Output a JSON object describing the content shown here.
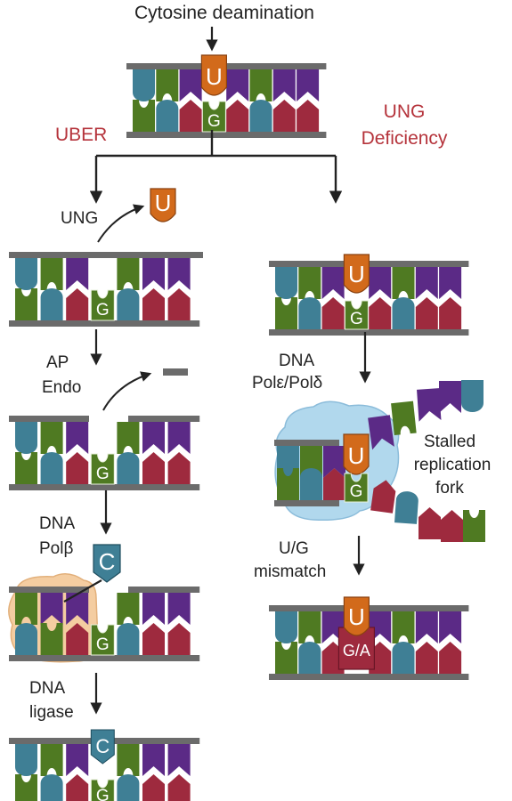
{
  "title": "Cytosine deamination",
  "pathways": {
    "left": "UBER",
    "right_line1": "UNG",
    "right_line2": "Deficiency"
  },
  "steps": {
    "ung": "UNG",
    "ap_line1": "AP",
    "ap_line2": "Endo",
    "polb_line1": "DNA",
    "polb_line2": "Polβ",
    "ligase_line1": "DNA",
    "ligase_line2": "ligase",
    "pole_line1": "DNA",
    "pole_line2": "Polε/Polδ",
    "mismatch_line1": "U/G",
    "mismatch_line2": "mismatch"
  },
  "fork": {
    "line1": "Stalled",
    "line2": "replication",
    "line3": "fork"
  },
  "bases": {
    "uracil": "U",
    "guanine": "G",
    "cytosine": "C",
    "ambiguous": "G/A"
  },
  "colors": {
    "teal": "#3f7f95",
    "green": "#4f7a22",
    "purple": "#5b2a86",
    "crimson": "#9e2a3e",
    "orange": "#d26a1b",
    "backbone": "#6b6b6b",
    "arrow": "#222222",
    "red_label": "#b5333b",
    "polymerase_blue": "#a9d4ec",
    "polymerase_beige": "#f4c99a"
  }
}
